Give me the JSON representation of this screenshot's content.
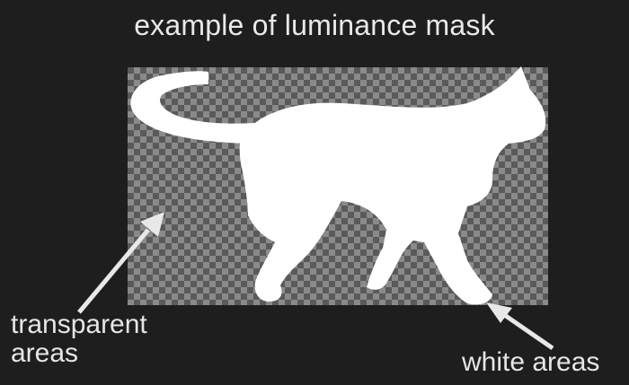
{
  "title": "example of luminance mask",
  "labels": {
    "transparent_line1": "transparent",
    "transparent_line2": "areas",
    "white": "white areas"
  },
  "colors": {
    "background": "#1e1e1e",
    "text": "#e9e9e9",
    "checker_dark": "#5a5a5a",
    "checker_light": "#8a8a8a",
    "mask_white": "#ffffff"
  }
}
